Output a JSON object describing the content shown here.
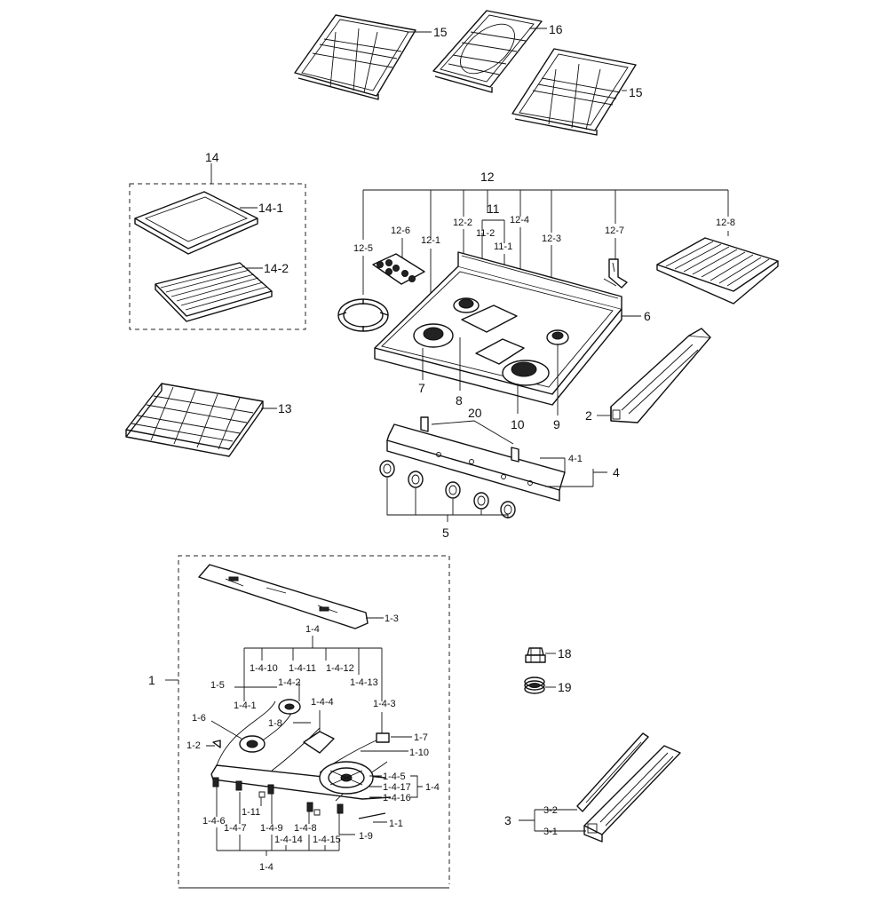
{
  "labels": {
    "l15a": "15",
    "l16": "16",
    "l15b": "15",
    "l14": "14",
    "l14_1": "14-1",
    "l14_2": "14-2",
    "l12": "12",
    "l11": "11",
    "l12_2": "12-2",
    "l12_4": "12-4",
    "l11_2": "11-2",
    "l11_1": "11-1",
    "l12_6": "12-6",
    "l12_1": "12-1",
    "l12_5": "12-5",
    "l12_3": "12-3",
    "l12_7": "12-7",
    "l12_8": "12-8",
    "l6": "6",
    "l7": "7",
    "l8": "8",
    "l10": "10",
    "l9": "9",
    "l2": "2",
    "l13": "13",
    "l20": "20",
    "l4_1": "4-1",
    "l4": "4",
    "l5": "5",
    "l1": "1",
    "l1_3": "1-3",
    "l1_4top": "1-4",
    "l1_4_10": "1-4-10",
    "l1_4_11": "1-4-11",
    "l1_4_12": "1-4-12",
    "l1_4_13": "1-4-13",
    "l1_5": "1-5",
    "l1_4_2": "1-4-2",
    "l1_4_1": "1-4-1",
    "l1_4_4": "1-4-4",
    "l1_4_3": "1-4-3",
    "l1_6": "1-6",
    "l1_8": "1-8",
    "l1_7": "1-7",
    "l1_2": "1-2",
    "l1_10": "1-10",
    "l1_4_5": "1-4-5",
    "l1_4_17": "1-4-17",
    "l1_4_16": "1-4-16",
    "l1_4right": "1-4",
    "l1_11": "1-11",
    "l1_1": "1-1",
    "l1_4_6": "1-4-6",
    "l1_4_7": "1-4-7",
    "l1_4_9": "1-4-9",
    "l1_4_8": "1-4-8",
    "l1_9": "1-9",
    "l1_4_14": "1-4-14",
    "l1_4_15": "1-4-15",
    "l1_4bottom": "1-4",
    "l18": "18",
    "l19": "19",
    "l3": "3",
    "l3_2": "3-2",
    "l3_1": "3-1"
  }
}
